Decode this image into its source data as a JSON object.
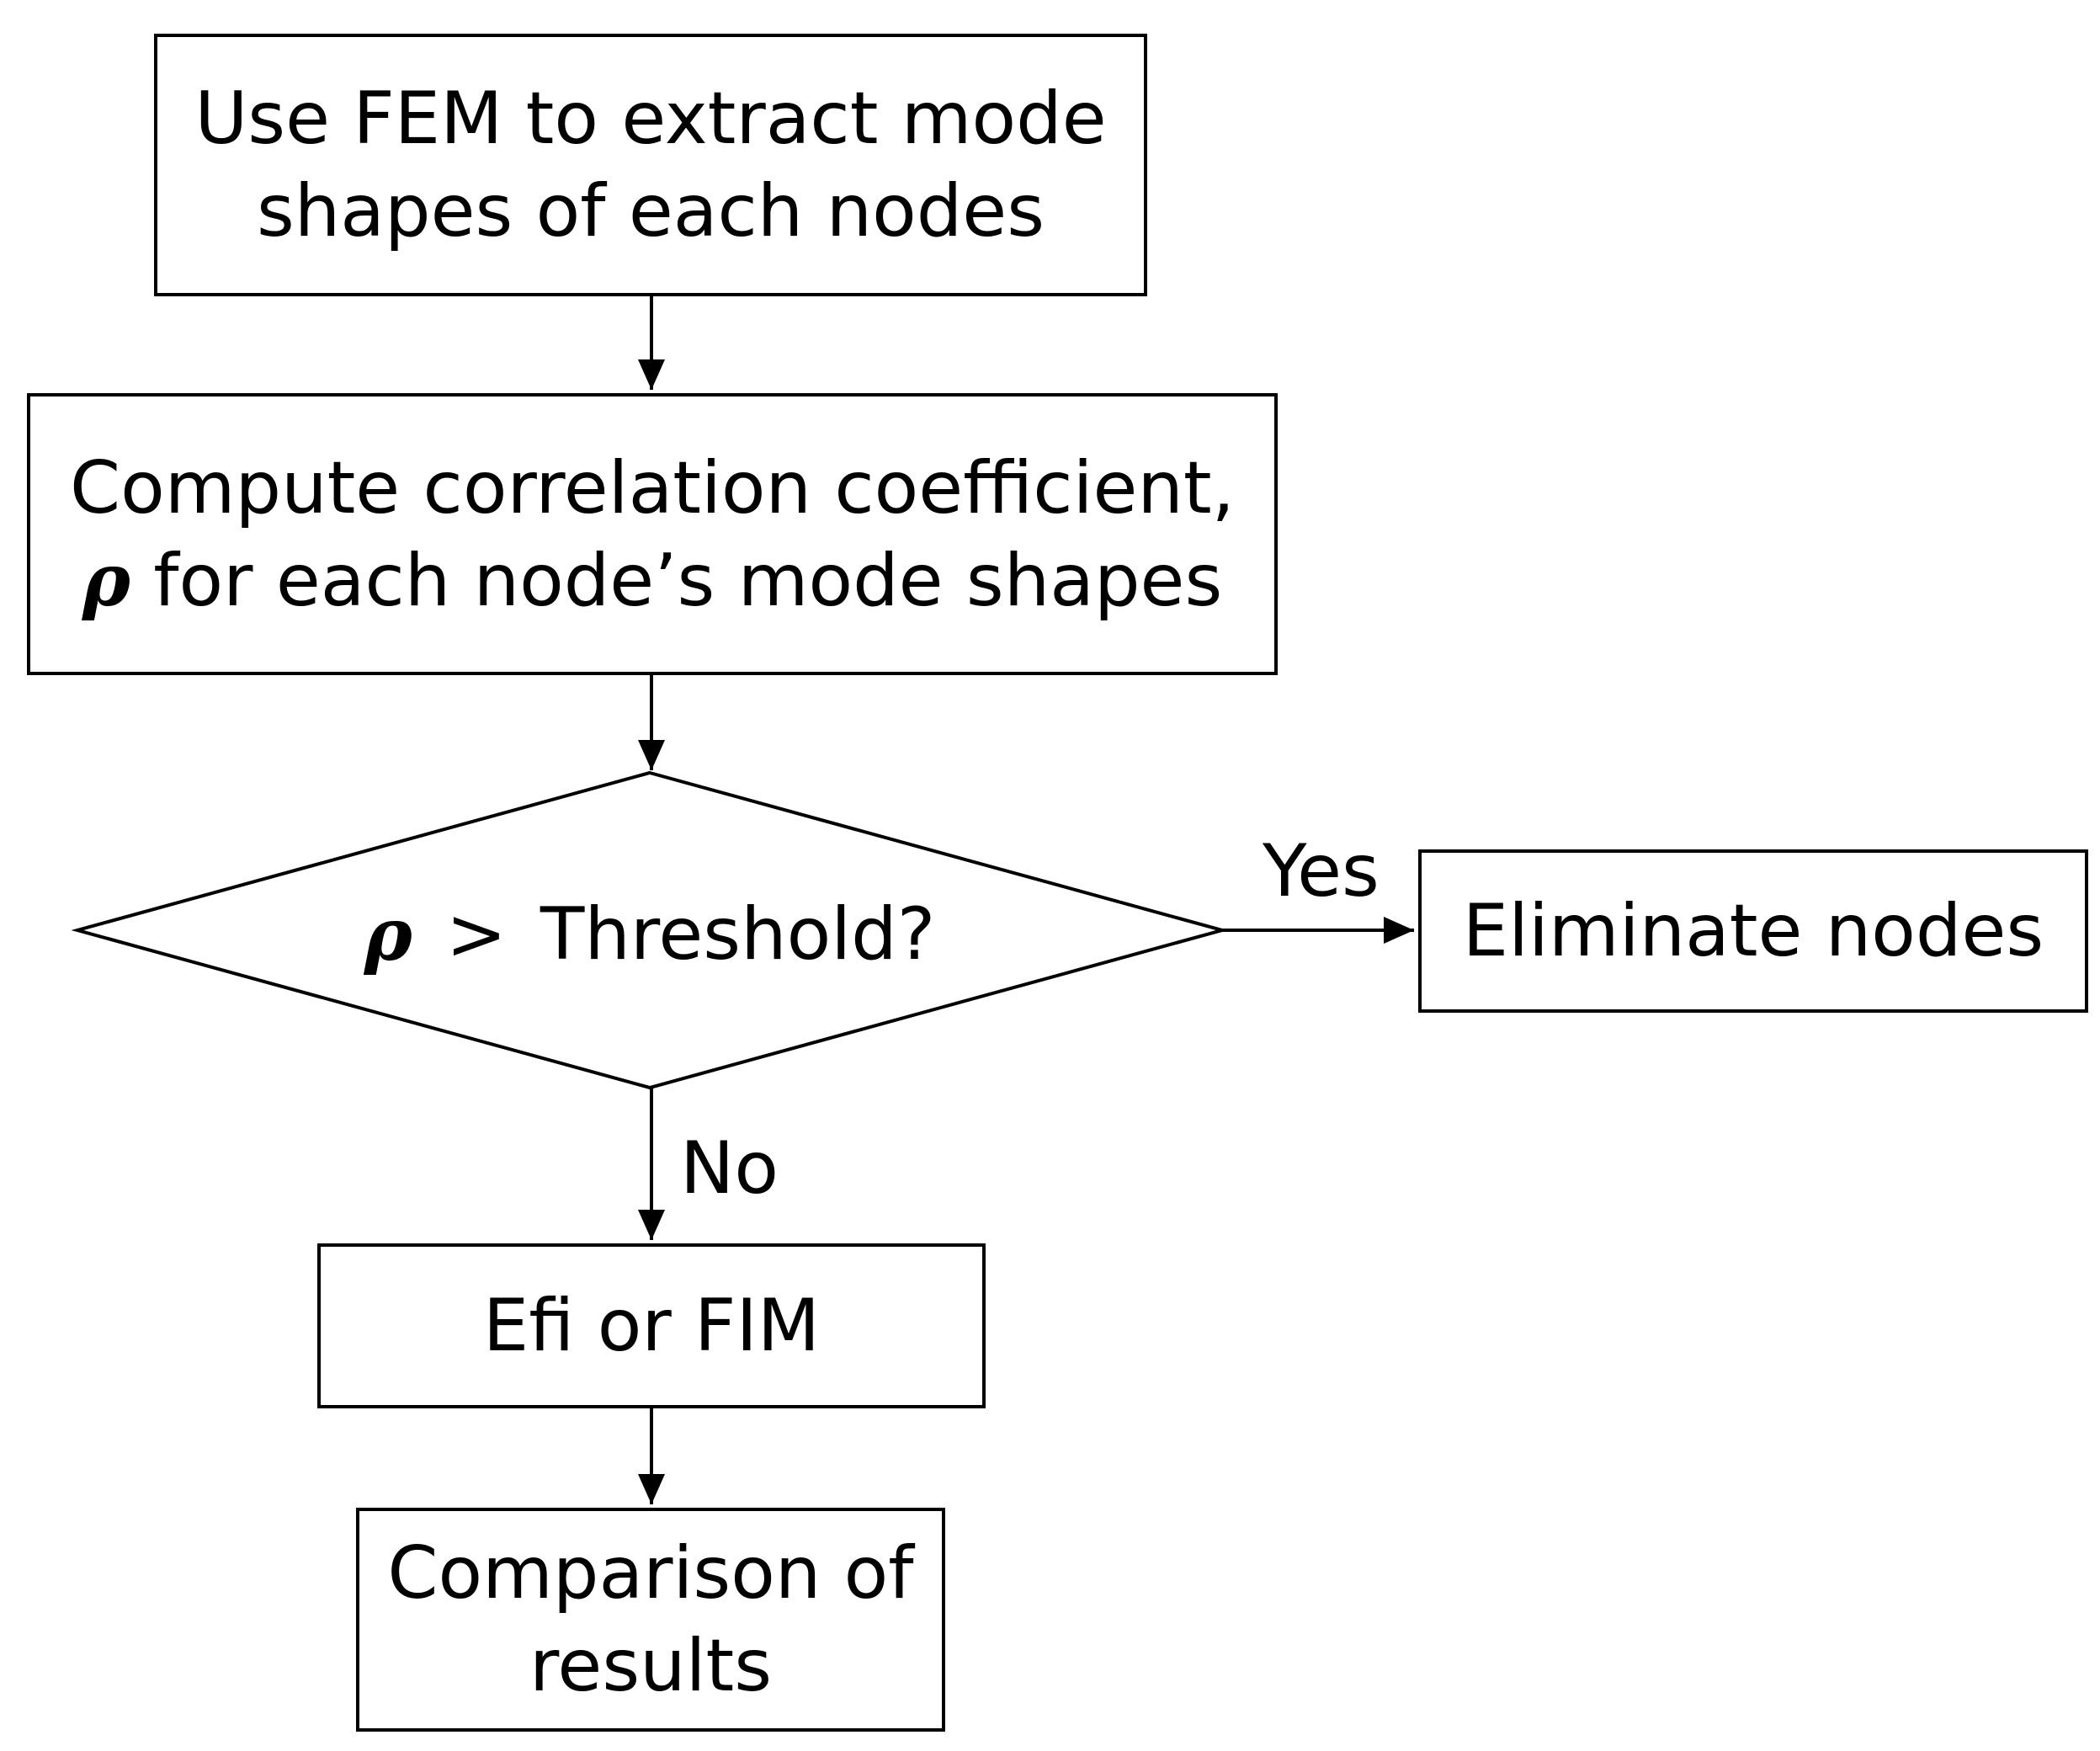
{
  "steps": {
    "extract": {
      "line1": "Use FEM to extract mode",
      "line2": "shapes of each nodes"
    },
    "compute": {
      "line1": "Compute correlation coefficient,",
      "rho": "ρ",
      "line2_rest": " for each node’s mode shapes"
    },
    "decision": {
      "rho": "ρ",
      "op": ">",
      "text": "Threshold?"
    },
    "eliminate": "Eliminate nodes",
    "efi_fim": "Efi or FIM",
    "comparison": {
      "line1": "Comparison of",
      "line2": "results"
    }
  },
  "edges": {
    "yes_label": "Yes",
    "no_label": "No"
  }
}
